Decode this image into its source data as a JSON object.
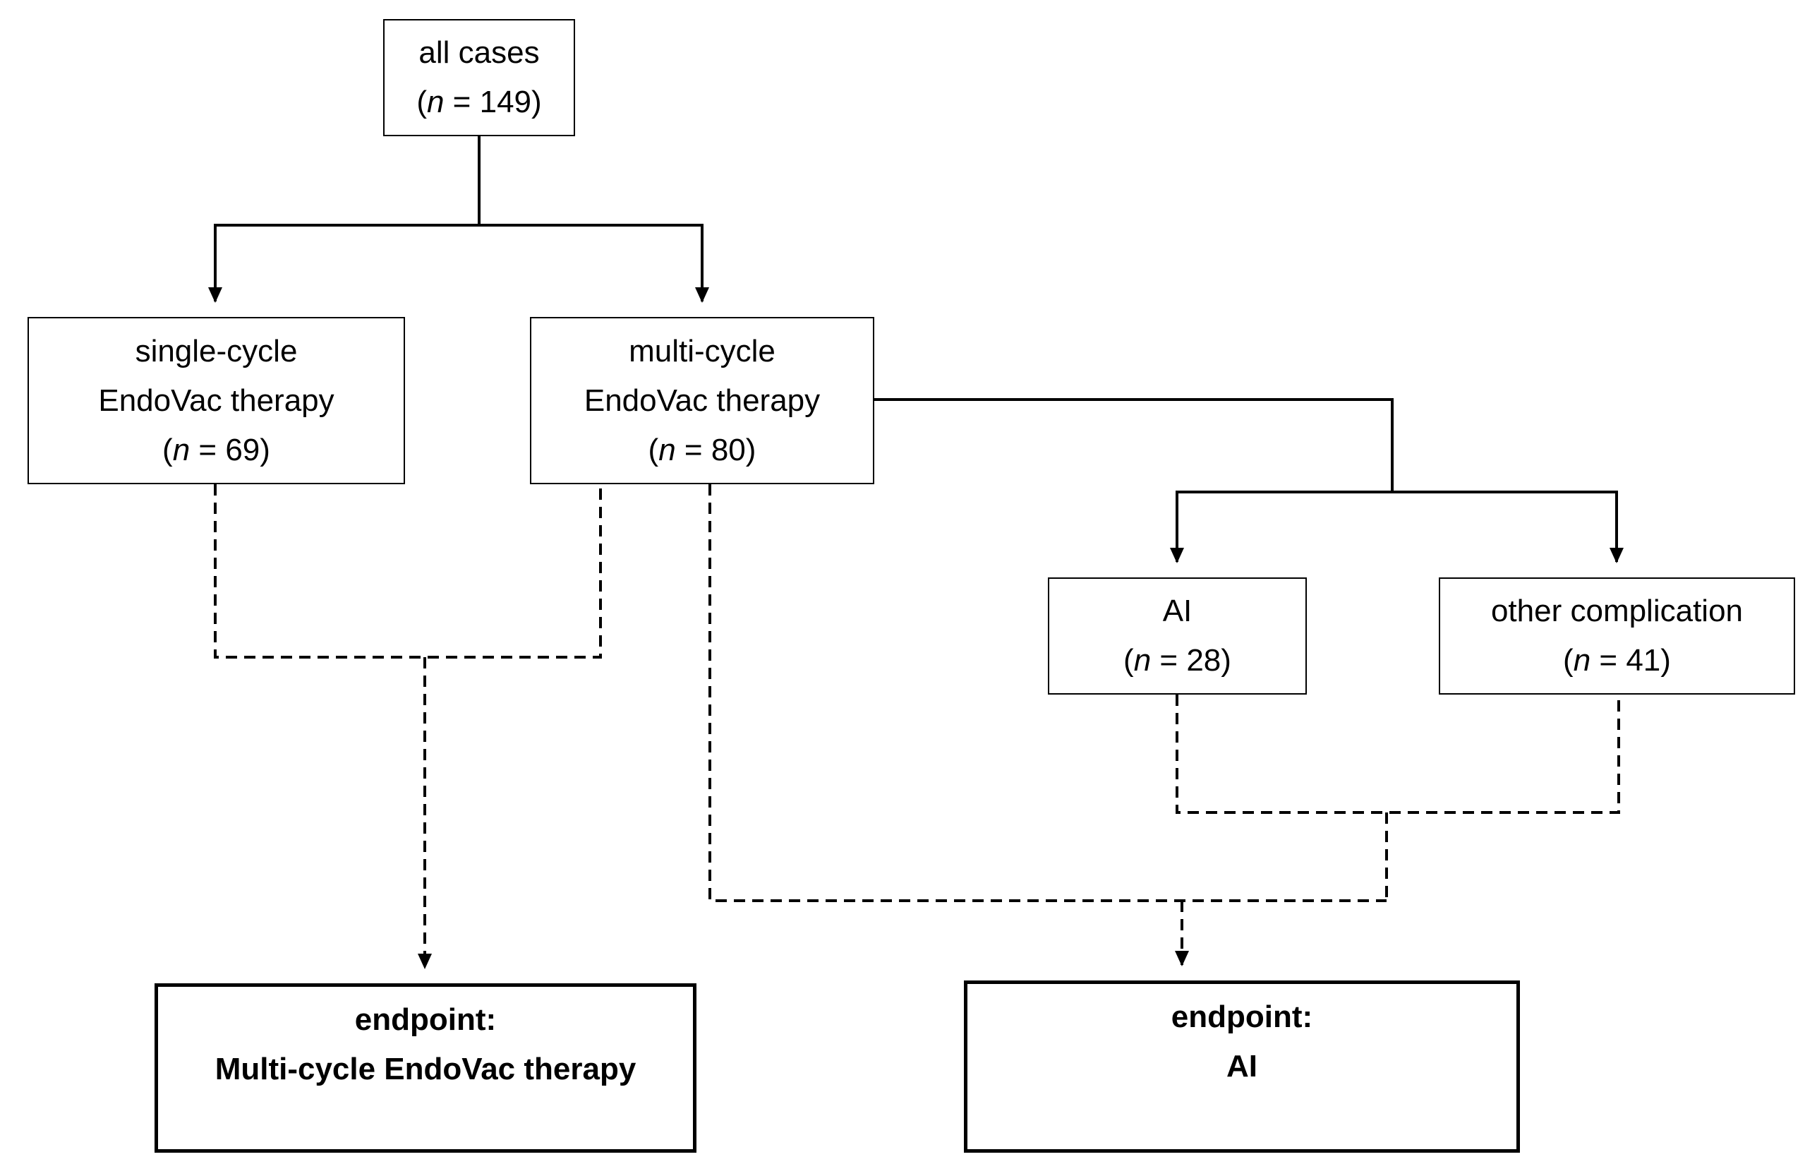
{
  "nodes": {
    "all_cases": {
      "label": "all cases",
      "n_prefix": "(",
      "n_var": "n",
      "n_value": " = 149)"
    },
    "single_cycle": {
      "label_1": "single-cycle",
      "label_2": "EndoVac therapy",
      "n_prefix": "(",
      "n_var": "n",
      "n_value": " = 69)"
    },
    "multi_cycle": {
      "label_1": "multi-cycle",
      "label_2": "EndoVac therapy",
      "n_prefix": "(",
      "n_var": "n",
      "n_value": " = 80)"
    },
    "ai": {
      "label": "AI",
      "n_prefix": "(",
      "n_var": "n",
      "n_value": " = 28)"
    },
    "other_complication": {
      "label": "other complication",
      "n_prefix": "(",
      "n_var": "n",
      "n_value": " = 41)"
    },
    "endpoint_multi": {
      "heading": "endpoint:",
      "label": "Multi-cycle EndoVac therapy"
    },
    "endpoint_ai": {
      "heading": "endpoint:",
      "label": "AI"
    }
  },
  "edges": [
    {
      "from": "all_cases",
      "to": "single_cycle",
      "style": "solid"
    },
    {
      "from": "all_cases",
      "to": "multi_cycle",
      "style": "solid"
    },
    {
      "from": "multi_cycle",
      "to": "ai",
      "style": "solid"
    },
    {
      "from": "multi_cycle",
      "to": "other_complication",
      "style": "solid"
    },
    {
      "from": "single_cycle",
      "to": "endpoint_multi",
      "style": "dashed"
    },
    {
      "from": "multi_cycle",
      "to": "endpoint_multi",
      "style": "dashed"
    },
    {
      "from": "multi_cycle",
      "to": "endpoint_ai",
      "style": "dashed"
    },
    {
      "from": "ai",
      "to": "endpoint_ai",
      "style": "dashed"
    },
    {
      "from": "other_complication",
      "to": "endpoint_ai",
      "style": "dashed"
    }
  ],
  "colors": {
    "line": "#000000",
    "background": "#ffffff"
  }
}
